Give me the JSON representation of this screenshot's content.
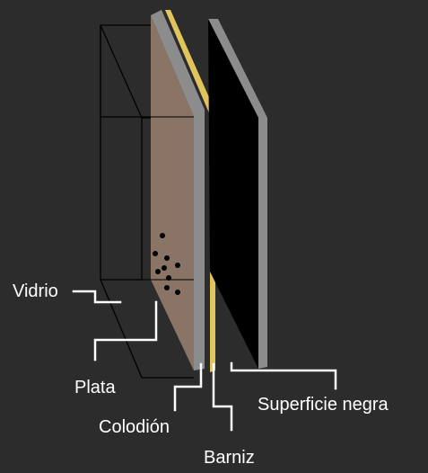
{
  "colors": {
    "background": "#2c2c2c",
    "glass_outline": "#000000",
    "silver_layer": "#8a7466",
    "collodion_edge": "#8c8c8c",
    "varnish_strip": "#e2c45c",
    "black_surface": "#000000",
    "black_surface_edge": "#8c8c8c",
    "leader_lines": "#ffffff",
    "label_text": "#ffffff"
  },
  "labels": {
    "glass": "Vidrio",
    "silver": "Plata",
    "collodion": "Colodión",
    "varnish": "Barniz",
    "black_surface": "Superficie negra"
  }
}
